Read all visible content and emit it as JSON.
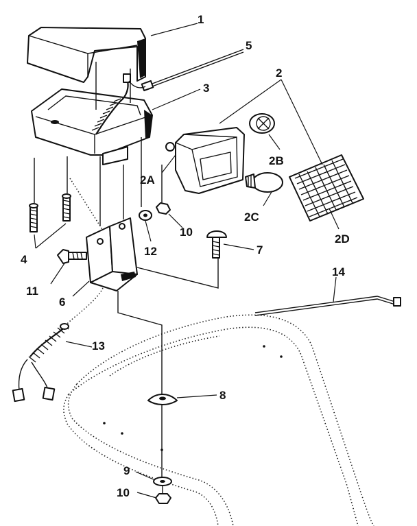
{
  "callouts": {
    "c1": "1",
    "c2": "2",
    "c2a": "2A",
    "c2b": "2B",
    "c2c": "2C",
    "c2d": "2D",
    "c3": "3",
    "c4": "4",
    "c5": "5",
    "c6": "6",
    "c7": "7",
    "c8": "8",
    "c9": "9",
    "c10a": "10",
    "c10b": "10",
    "c11": "11",
    "c12": "12",
    "c13": "13",
    "c14": "14"
  }
}
